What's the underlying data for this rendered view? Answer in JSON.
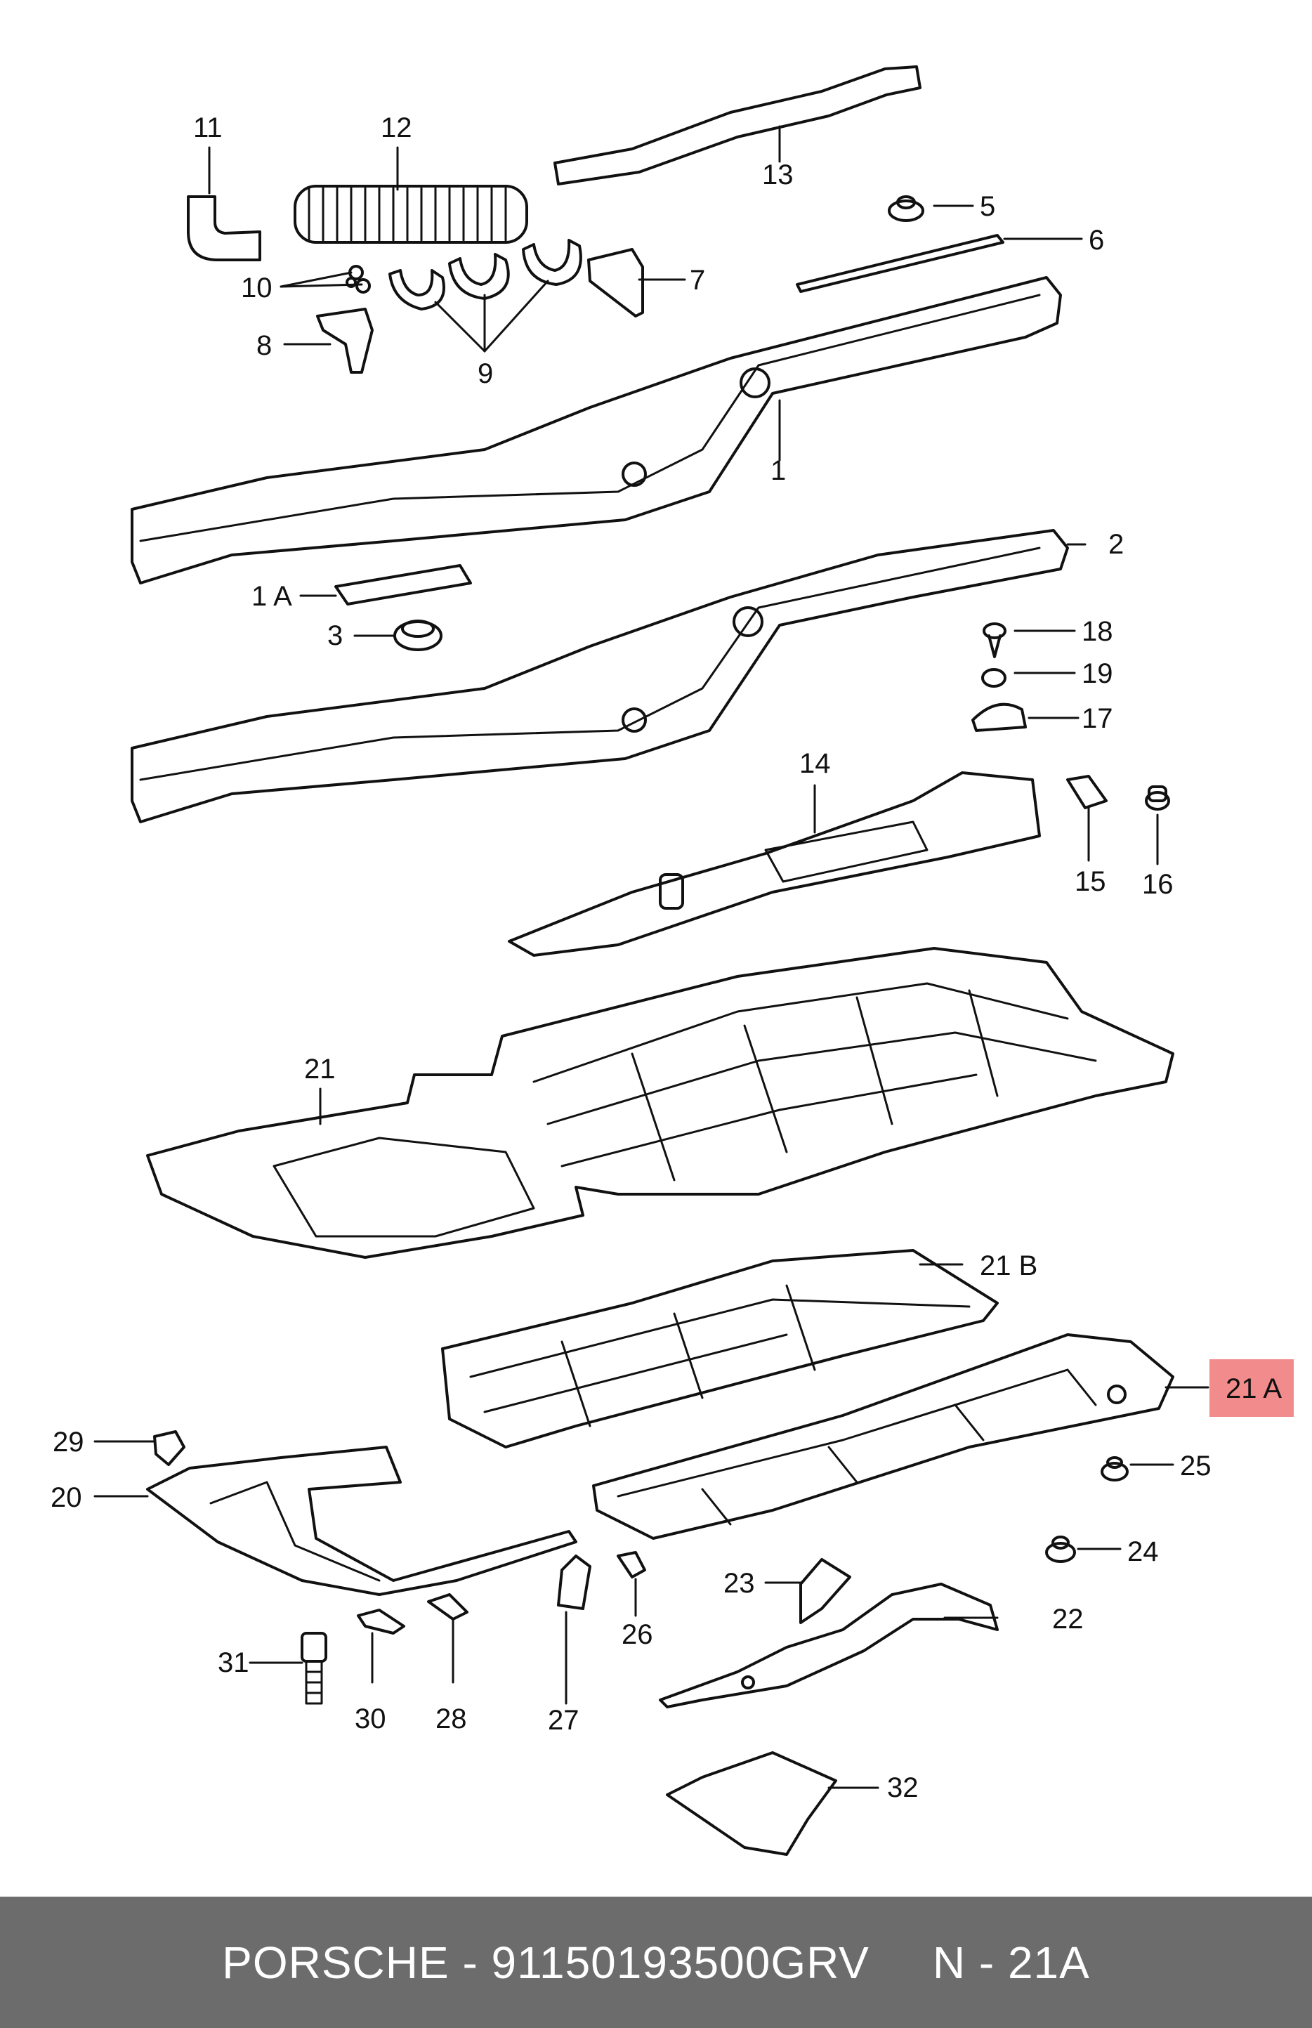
{
  "diagram": {
    "callouts": {
      "c1": "1",
      "c1a": "1 A",
      "c2": "2",
      "c3": "3",
      "c5": "5",
      "c6": "6",
      "c7": "7",
      "c8": "8",
      "c9": "9",
      "c10": "10",
      "c11": "11",
      "c12": "12",
      "c13": "13",
      "c14": "14",
      "c15": "15",
      "c16": "16",
      "c17": "17",
      "c18": "18",
      "c19": "19",
      "c20": "20",
      "c21": "21",
      "c21a": "21 A",
      "c21b": "21 B",
      "c22": "22",
      "c23": "23",
      "c24": "24",
      "c25": "25",
      "c26": "26",
      "c27": "27",
      "c28": "28",
      "c29": "29",
      "c30": "30",
      "c31": "31",
      "c32": "32"
    },
    "highlight_color": "#f28b8b"
  },
  "footer": {
    "brand_part": "PORSCHE - 91150193500GRV",
    "ref": "N - 21A",
    "background": "#6c6c6c"
  }
}
